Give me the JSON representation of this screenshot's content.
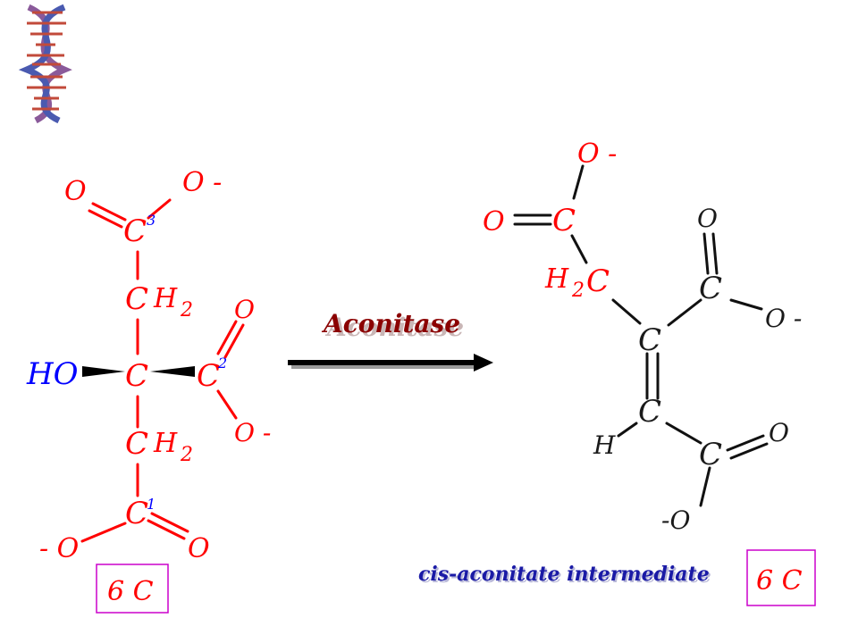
{
  "logo": {
    "icon": "dna-double-helix-icon"
  },
  "colors": {
    "citrate": "#ff0000",
    "hydroxyl": "#0000ff",
    "product": "#111111",
    "enzyme": "#8b0000",
    "caption": "#1a1aa6",
    "box": "#cc00cc"
  },
  "citrate": {
    "o_top_left": "O",
    "o_top_right": "O -",
    "c3": "C",
    "c3_num": "3",
    "ch2_upper_c": "C",
    "ch2_upper_h": "H",
    "ch2_upper_sub": "2",
    "ho": "HO",
    "c_center": "C",
    "c2": "C",
    "c2_num": "2",
    "o_c2_top": "O",
    "o_c2_bottom": "O -",
    "ch2_lower_c": "C",
    "ch2_lower_h": "H",
    "ch2_lower_sub": "2",
    "c1": "C",
    "c1_num": "1",
    "o_bottom_left": "- O",
    "o_bottom_right": "O",
    "carbon_count": "6 C"
  },
  "enzyme": {
    "name": "Aconitase"
  },
  "aconitate": {
    "o_top": "O -",
    "o_left": "O",
    "c_top": "C",
    "h2": "H",
    "h2_sub": "2",
    "c_ch2": "C",
    "o_right_top": "O",
    "c_right": "C",
    "o_right_minus": "O -",
    "c_mid": "C",
    "c_lower": "C",
    "h": "H",
    "o_lower_right": "O",
    "c_bottom": "C",
    "o_bottom": "-O",
    "caption": "cis-aconitate intermediate",
    "carbon_count": "6 C"
  }
}
